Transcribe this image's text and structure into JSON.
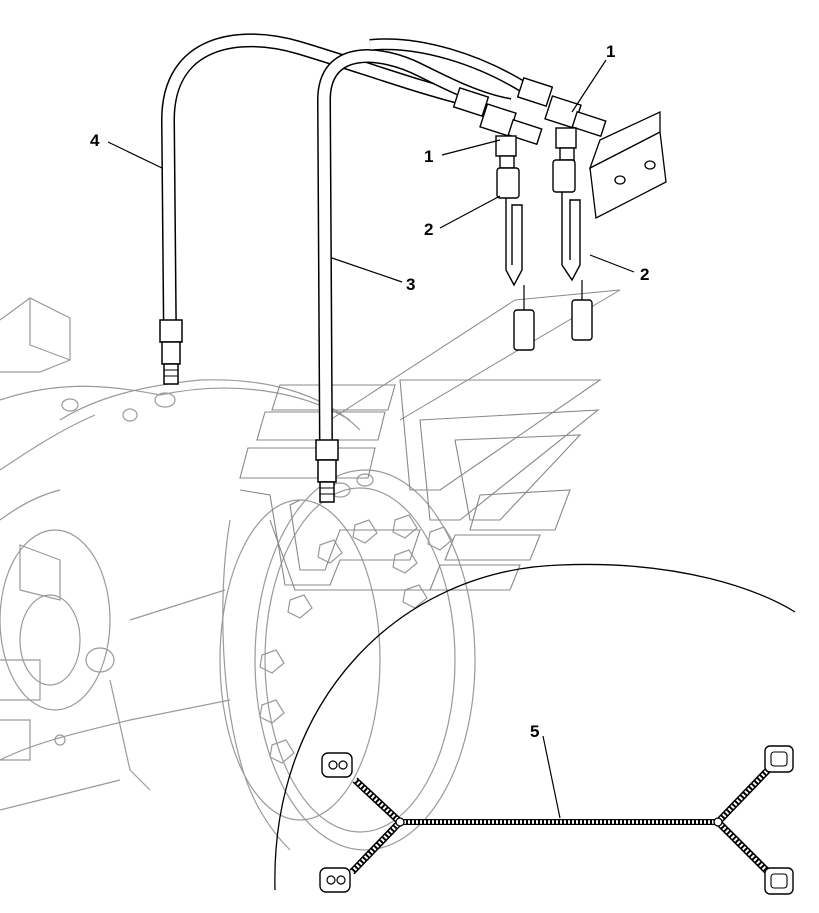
{
  "diagram": {
    "callouts": [
      {
        "id": "callout-1-right",
        "label": "1"
      },
      {
        "id": "callout-1-left",
        "label": "1"
      },
      {
        "id": "callout-2-left",
        "label": "2"
      },
      {
        "id": "callout-2-right",
        "label": "2"
      },
      {
        "id": "callout-3",
        "label": "3"
      },
      {
        "id": "callout-4",
        "label": "4"
      },
      {
        "id": "callout-5",
        "label": "5"
      }
    ]
  }
}
